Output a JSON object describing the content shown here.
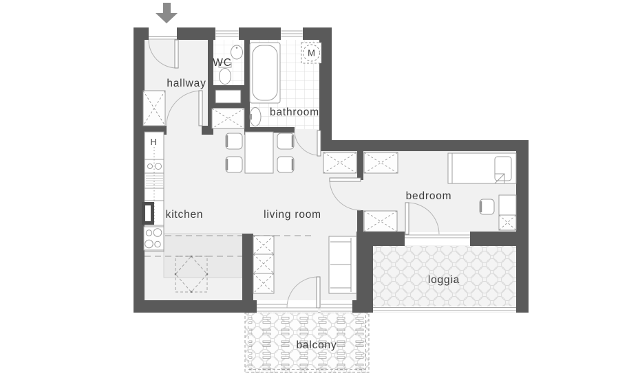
{
  "plan": {
    "rooms": {
      "hallway": {
        "label": "hallway"
      },
      "wc": {
        "label": "WC"
      },
      "bathroom": {
        "label": "bathroom"
      },
      "kitchen": {
        "label": "kitchen"
      },
      "living_room": {
        "label": "living room"
      },
      "bedroom": {
        "label": "bedroom"
      },
      "loggia": {
        "label": "loggia"
      },
      "balcony": {
        "label": "balcony"
      }
    },
    "markers": {
      "washing_machine": {
        "label": "M"
      },
      "water_heater": {
        "label": "H"
      }
    }
  },
  "colors": {
    "wall": "#5a5a5a",
    "floor": "#f1f1f1",
    "text": "#3b3b3b",
    "arrow": "#8a8a8a"
  }
}
